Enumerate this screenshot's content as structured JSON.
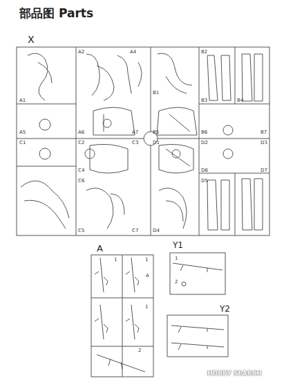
{
  "diagram": {
    "title": "部品图 Parts",
    "labels": [
      "X",
      "A2",
      "A4",
      "B2",
      "A1",
      "B1",
      "B3",
      "B4",
      "A5",
      "A6",
      "A7",
      "B5",
      "B6",
      "B7",
      "C1",
      "C2",
      "C3",
      "D1",
      "D2",
      "D3",
      "C4",
      "D6",
      "D7",
      "C6",
      "D5",
      "C5",
      "C7",
      "D4",
      "A",
      "1",
      "1",
      "A",
      "1",
      "2",
      "Y1",
      "1",
      "2",
      "Y2",
      "HOBBY SEARCH"
    ]
  }
}
